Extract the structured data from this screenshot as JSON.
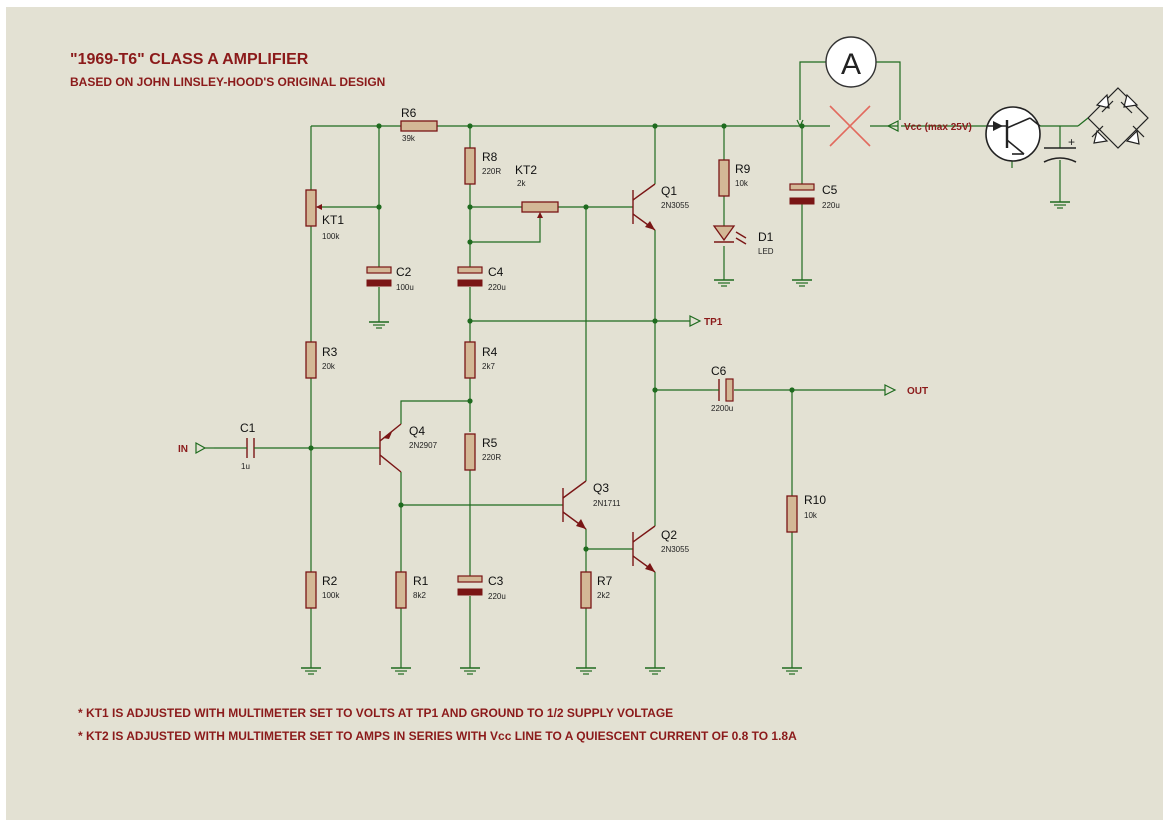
{
  "title": "\"1969-T6\" CLASS A AMPLIFIER",
  "subtitle": "BASED ON JOHN LINSLEY-HOOD'S ORIGINAL DESIGN",
  "notes": [
    "* KT1 IS ADJUSTED WITH MULTIMETER SET TO VOLTS AT TP1 AND GROUND TO 1/2 SUPPLY VOLTAGE",
    "* KT2 IS ADJUSTED WITH MULTIMETER SET TO AMPS IN SERIES WITH Vcc LINE TO A QUIESCENT CURRENT OF 0.8 TO 1.8A"
  ],
  "ports": {
    "in": "IN",
    "out": "OUT",
    "tp1": "TP1",
    "vcc": "Vcc (max 25V)",
    "meter": "A"
  },
  "components": {
    "R6": {
      "label": "R6",
      "value": "39k"
    },
    "R8": {
      "label": "R8",
      "value": "220R"
    },
    "KT2": {
      "label": "KT2",
      "value": "2k"
    },
    "Q1": {
      "label": "Q1",
      "value": "2N3055"
    },
    "R9": {
      "label": "R9",
      "value": "10k"
    },
    "D1": {
      "label": "D1",
      "value": "LED"
    },
    "C5": {
      "label": "C5",
      "value": "220u"
    },
    "KT1": {
      "label": "KT1",
      "value": "100k"
    },
    "C2": {
      "label": "C2",
      "value": "100u"
    },
    "C4": {
      "label": "C4",
      "value": "220u"
    },
    "R3": {
      "label": "R3",
      "value": "20k"
    },
    "R4": {
      "label": "R4",
      "value": "2k7"
    },
    "C6": {
      "label": "C6",
      "value": "2200u"
    },
    "C1": {
      "label": "C1",
      "value": "1u"
    },
    "Q4": {
      "label": "Q4",
      "value": "2N2907"
    },
    "R5": {
      "label": "R5",
      "value": "220R"
    },
    "Q3": {
      "label": "Q3",
      "value": "2N1711"
    },
    "R10": {
      "label": "R10",
      "value": "10k"
    },
    "Q2": {
      "label": "Q2",
      "value": "2N3055"
    },
    "R2": {
      "label": "R2",
      "value": "100k"
    },
    "R1": {
      "label": "R1",
      "value": "8k2"
    },
    "C3": {
      "label": "C3",
      "value": "220u"
    },
    "R7": {
      "label": "R7",
      "value": "2k2"
    }
  },
  "colors": {
    "background": "#e3e1d3",
    "wire": "#1f6b1f",
    "component": "#7a1515",
    "text_red": "#8b1a1a"
  }
}
